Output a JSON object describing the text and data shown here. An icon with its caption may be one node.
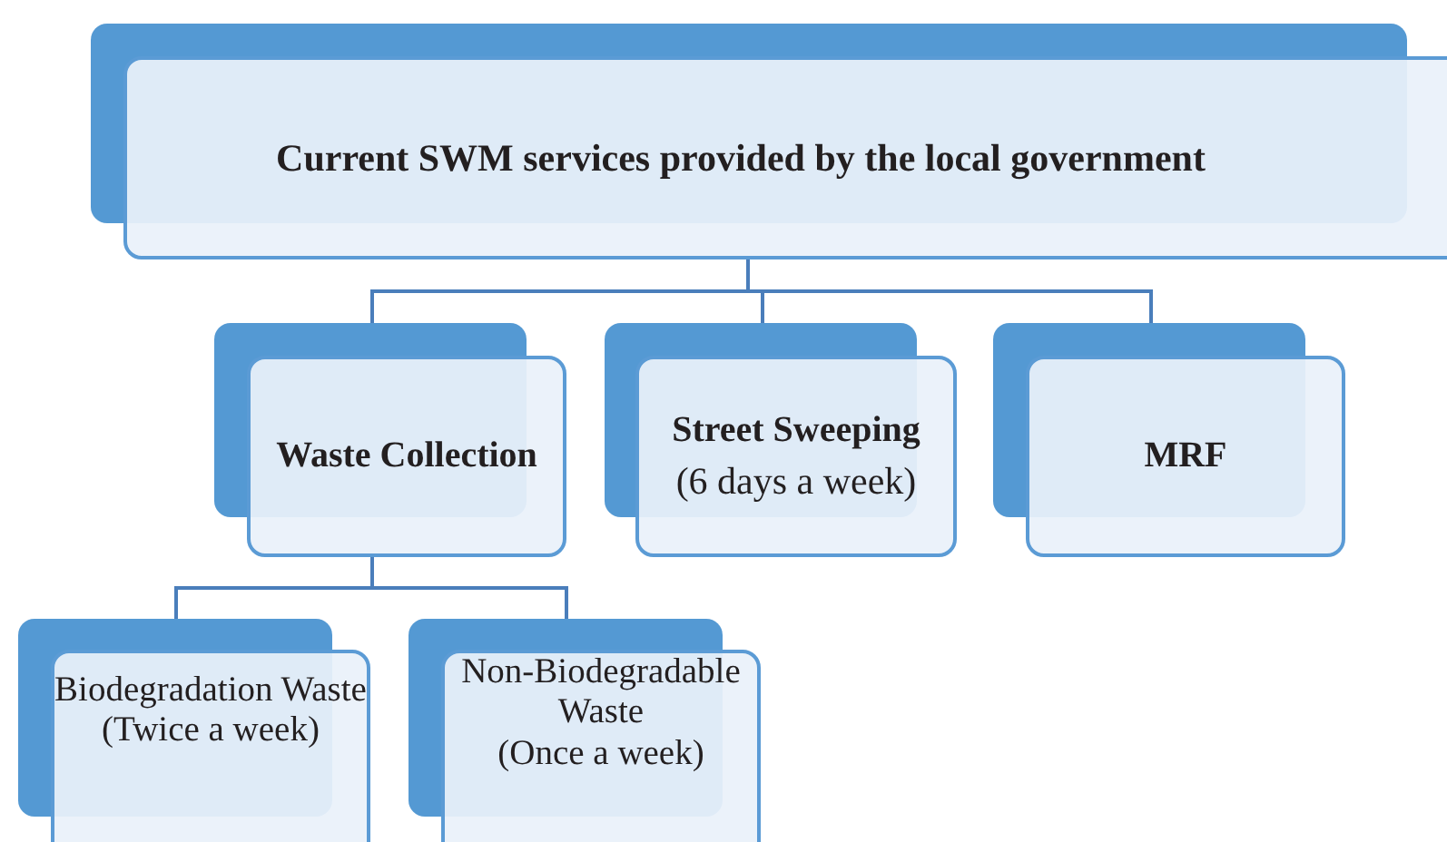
{
  "diagram": {
    "nodes": [
      {
        "text": [
          "Current SWM services provided by the local government"
        ]
      },
      {
        "text": [
          "Waste Collection"
        ]
      },
      {
        "text": [
          "Street Sweeping",
          "(6 days a week)"
        ]
      },
      {
        "text": [
          "MRF"
        ]
      },
      {
        "text": [
          "Biodegradation Waste",
          "(Twice a week)"
        ]
      },
      {
        "text": [
          "Non-Biodegradable Waste",
          "(Once a week)"
        ]
      }
    ],
    "edges": [
      {
        "from": 0,
        "to": 1,
        "arrow": "none"
      },
      {
        "from": 0,
        "to": 2,
        "arrow": "none"
      },
      {
        "from": 0,
        "to": 3,
        "arrow": "none"
      },
      {
        "from": 1,
        "to": 4,
        "arrow": "none"
      },
      {
        "from": 1,
        "to": 5,
        "arrow": "none"
      }
    ]
  }
}
